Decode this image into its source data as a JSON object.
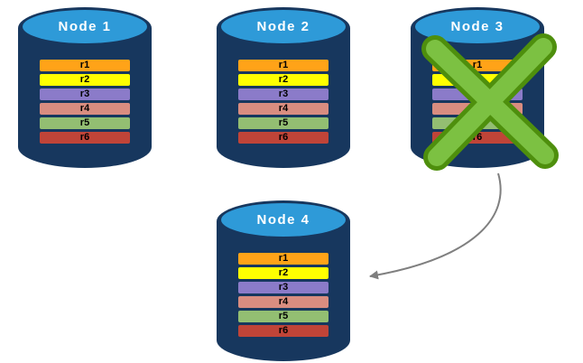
{
  "colors": {
    "cylinder_body": "#17375E",
    "cylinder_top": "#2E9AD8"
  },
  "replica_colors": [
    "#FFA318",
    "#FFFF00",
    "#8B7BC9",
    "#D98D80",
    "#93BE72",
    "#C04438"
  ],
  "nodes": [
    {
      "label": "Node 1",
      "replicas": [
        "r1",
        "r2",
        "r3",
        "r4",
        "r5",
        "r6"
      ]
    },
    {
      "label": "Node 2",
      "replicas": [
        "r1",
        "r2",
        "r3",
        "r4",
        "r5",
        "r6"
      ]
    },
    {
      "label": "Node 3",
      "replicas": [
        "r1",
        "r2",
        "r3",
        "r4",
        "r5",
        "r6"
      ]
    },
    {
      "label": "Node 4",
      "replicas": [
        "r1",
        "r2",
        "r3",
        "r4",
        "r5",
        "r6"
      ]
    }
  ],
  "failure_mark": {
    "target": "Node 3",
    "shape": "X",
    "fill": "#7CC142",
    "outline": "#4E8F0D"
  },
  "arrow": {
    "from": "Node 3",
    "to": "Node 4",
    "color": "#7F7F7F"
  }
}
